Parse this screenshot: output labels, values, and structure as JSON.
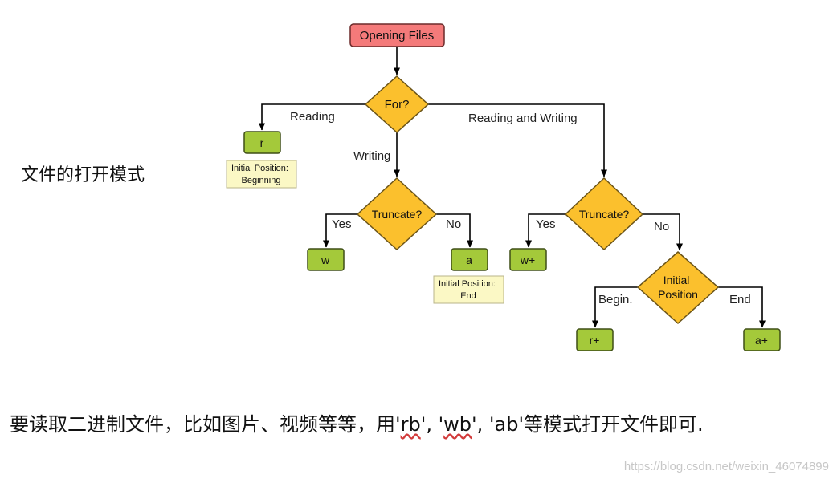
{
  "side_title": "文件的打开模式",
  "start": "Opening Files",
  "decisions": {
    "purpose": "For?",
    "truncate_write": "Truncate?",
    "truncate_rw": "Truncate?",
    "initial_position": [
      "Initial",
      "Position"
    ]
  },
  "branches": {
    "reading": "Reading",
    "writing": "Writing",
    "reading_and_writing": "Reading and Writing",
    "yes_write": "Yes",
    "no_write": "No",
    "yes_rw": "Yes",
    "no_rw": "No",
    "begin": "Begin.",
    "end": "End"
  },
  "modes": {
    "r": "r",
    "w": "w",
    "a": "a",
    "w_plus": "w+",
    "r_plus": "r+",
    "a_plus": "a+"
  },
  "notes": {
    "r_note": [
      "Initial Position:",
      "Beginning"
    ],
    "a_note": [
      "Initial Position:",
      "End"
    ]
  },
  "caption": {
    "before": "要读取二进制文件，比如图片、视频等等，用'",
    "rb": "rb",
    "sep1": "', '",
    "wb": "wb",
    "sep2": "', 'ab'等模式打开文件即可."
  },
  "watermark": "https://blog.csdn.net/weixin_46074899",
  "colors": {
    "start_fill": "#f47a7a",
    "decision_fill": "#fbc02d",
    "mode_fill": "#a4c93a",
    "note_fill": "#fbf8c5",
    "edge": "#000000"
  }
}
